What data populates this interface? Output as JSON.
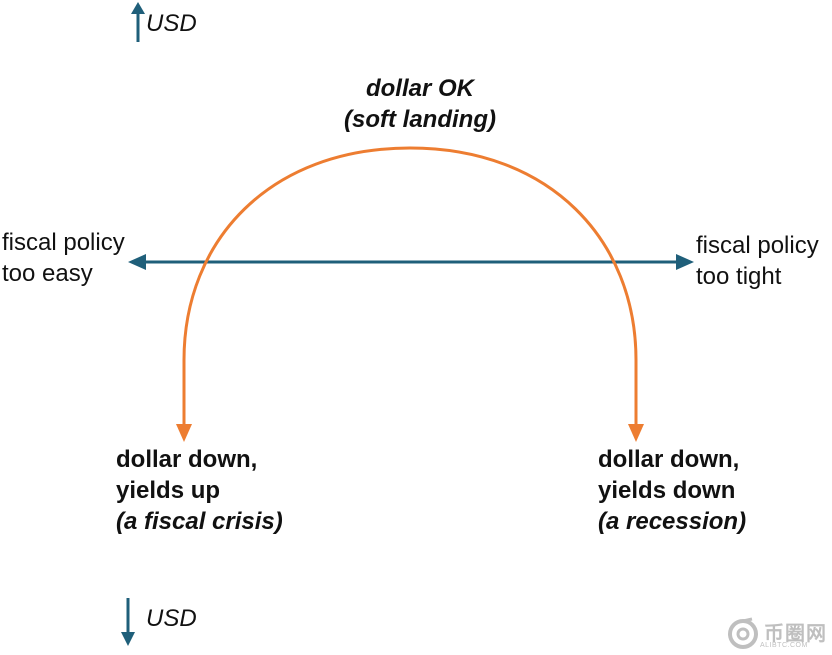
{
  "axis": {
    "top_label": "USD",
    "bottom_label": "USD",
    "left_label": [
      "fiscal policy",
      "too easy"
    ],
    "right_label": [
      "fiscal policy",
      "too tight"
    ]
  },
  "peak": {
    "title": "dollar OK",
    "subtitle": "(soft landing)"
  },
  "left_outcome": {
    "line1": "dollar down,",
    "line2": "yields up",
    "note": "(a fiscal crisis)"
  },
  "right_outcome": {
    "line1": "dollar down,",
    "line2": "yields down",
    "note": "(a recession)"
  },
  "watermark": {
    "text": "币圈网",
    "sub": "ALIBTC.COM"
  },
  "colors": {
    "arc": "#ed7d31",
    "axis": "#1f5f7a",
    "text": "#111111"
  }
}
